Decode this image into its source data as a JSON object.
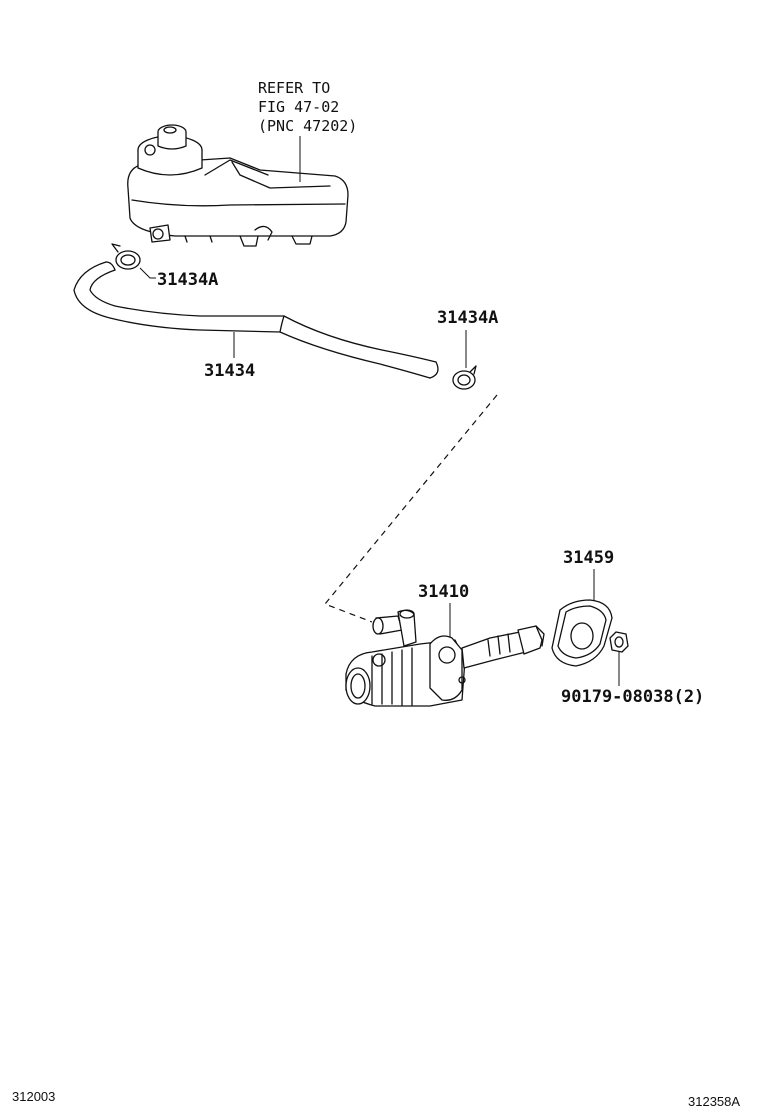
{
  "refer_note": {
    "line1": "REFER TO",
    "line2": "FIG 47-02",
    "line3": "(PNC 47202)"
  },
  "callouts": {
    "clip_upper": "31434A",
    "hose": "31434",
    "clip_lower": "31434A",
    "gasket": "31459",
    "master_cylinder": "31410",
    "nut": "90179-08038(2)"
  },
  "footer": {
    "left_code": "312003",
    "right_code": "312358A"
  }
}
